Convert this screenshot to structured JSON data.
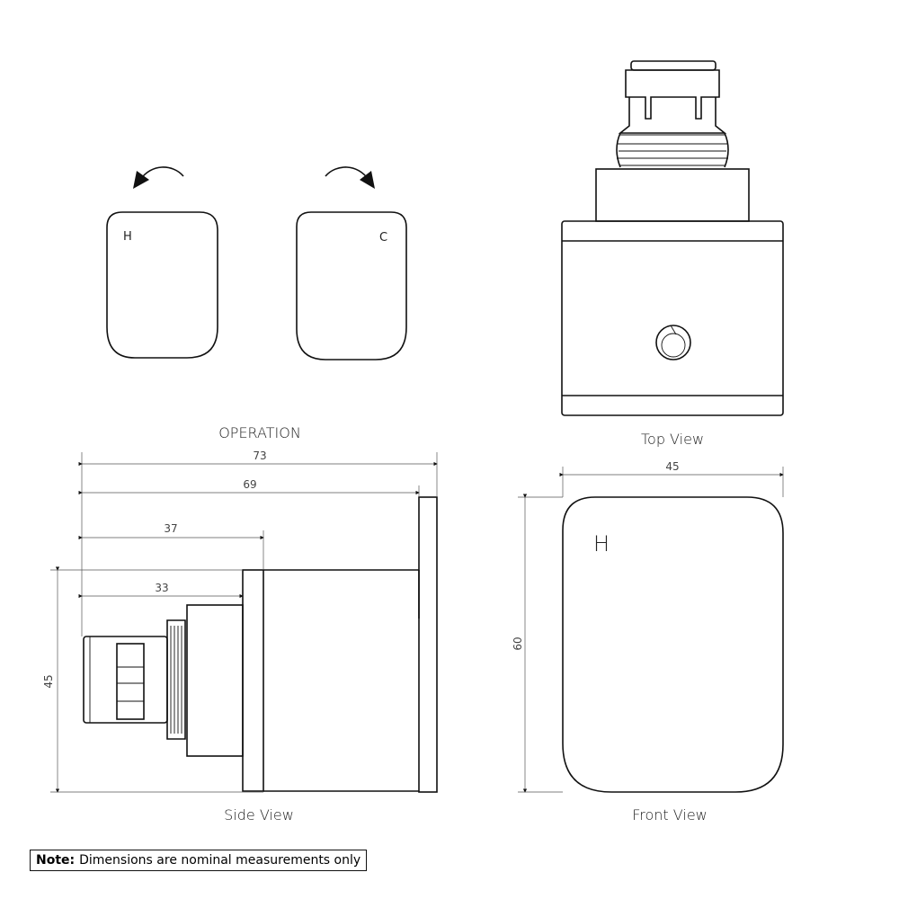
{
  "labels": {
    "operation": "OPERATION",
    "top_view": "Top View",
    "side_view": "Side View",
    "front_view": "Front View"
  },
  "handles": {
    "hot_letter": "H",
    "cold_letter": "C"
  },
  "dimensions": {
    "side_overall": "73",
    "side_to_plate": "69",
    "side_37": "37",
    "side_33": "33",
    "side_height": "45",
    "front_width": "45",
    "front_height": "60"
  },
  "note": {
    "label": "Note:",
    "text": "Dimensions are nominal measurements only"
  },
  "icons": [
    "rotate-left-arrow-icon",
    "rotate-right-arrow-icon"
  ]
}
